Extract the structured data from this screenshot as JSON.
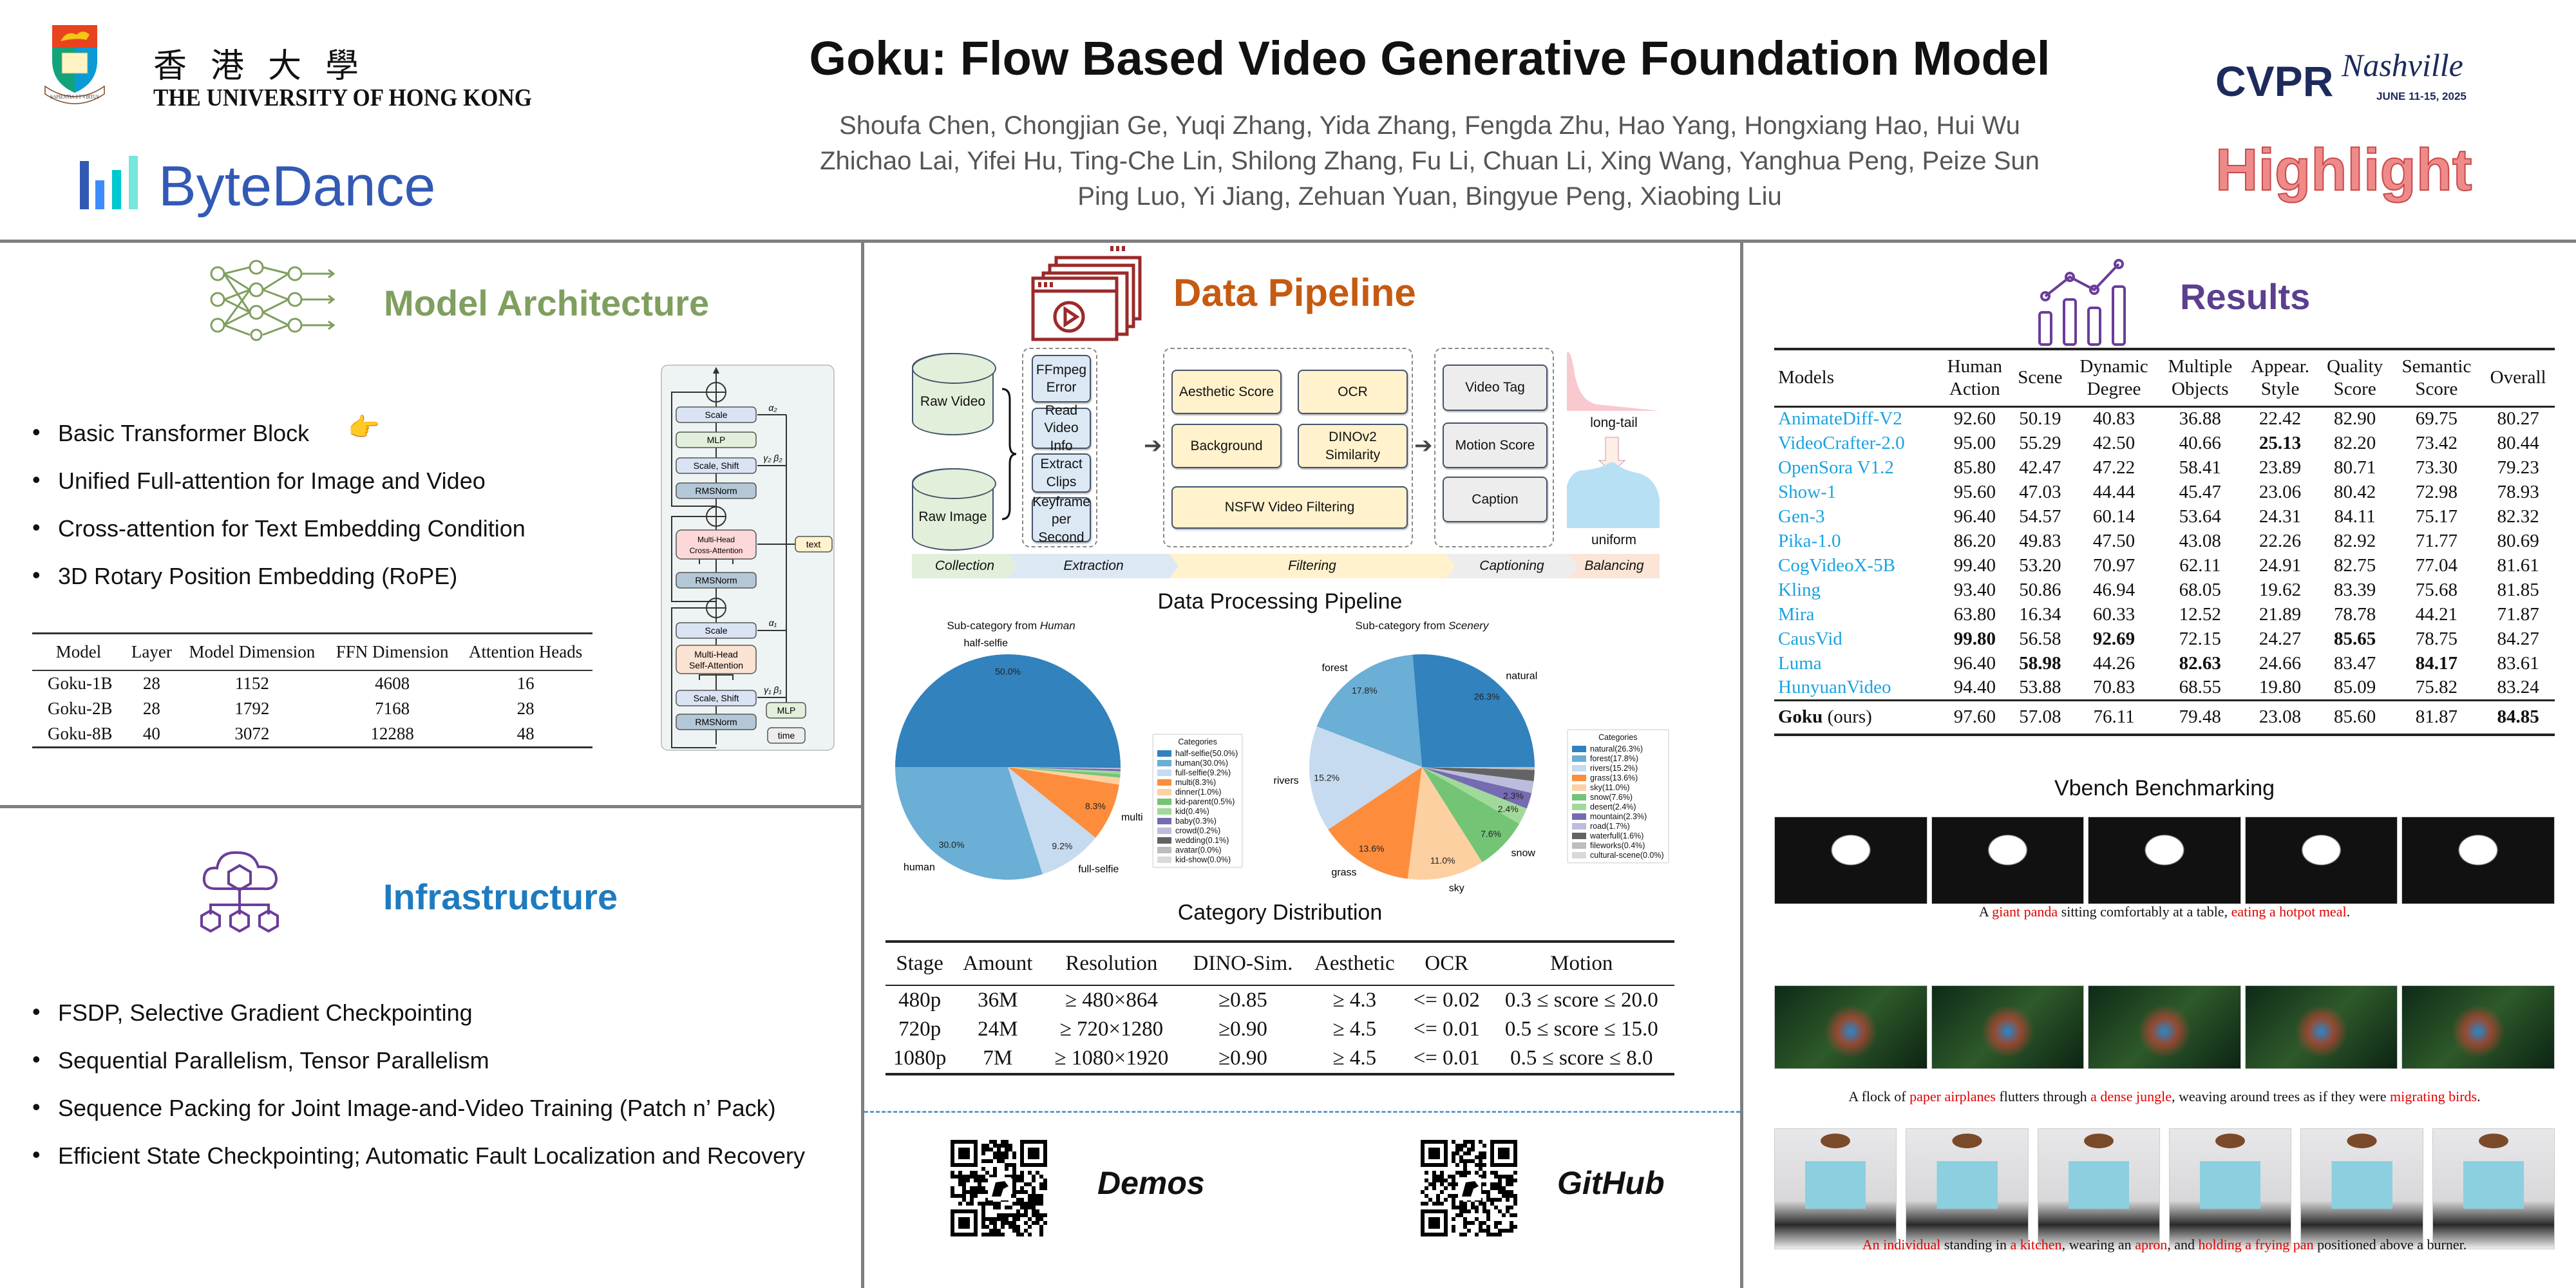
{
  "header": {
    "hku_chinese": "香 港 大 學",
    "hku_name": "THE UNIVERSITY OF HONG KONG",
    "hku_motto": "SAPIENTIA ET VIRTUS",
    "bytedance": "ByteDance",
    "title": "Goku: Flow Based Video Generative Foundation Model",
    "authors": [
      "Shoufa Chen, Chongjian Ge, Yuqi Zhang, Yida Zhang, Fengda Zhu, Hao Yang, Hongxiang Hao, Hui Wu",
      "Zhichao Lai, Yifei Hu, Ting-Che Lin, Shilong Zhang, Fu Li, Chuan Li, Xing Wang, Yanghua Peng, Peize Sun",
      "Ping Luo, Yi Jiang, Zehuan Yuan, Bingyue Peng, Xiaobing Liu"
    ],
    "cvpr": "CVPR",
    "cvpr_city": "Nashville",
    "cvpr_dates": "JUNE 11-15, 2025",
    "highlight": "Highlight"
  },
  "colors": {
    "arch": "#7f9f5f",
    "infra": "#1f7bc0",
    "pipeline": "#c55a11",
    "results": "#5c3f8f",
    "model_link": "#1aa3e0",
    "caption_highlight": "#e00000"
  },
  "architecture": {
    "title": "Model Architecture",
    "bullets": [
      "Basic Transformer Block",
      "Unified Full-attention for Image and Video",
      "Cross-attention for Text Embedding Condition",
      "3D Rotary Position Embedding (RoPE)"
    ],
    "pointer_icon": "👉",
    "table": {
      "headers": [
        "Model",
        "Layer",
        "Model Dimension",
        "FFN Dimension",
        "Attention Heads"
      ],
      "rows": [
        [
          "Goku-1B",
          "28",
          "1152",
          "4608",
          "16"
        ],
        [
          "Goku-2B",
          "28",
          "1792",
          "7168",
          "28"
        ],
        [
          "Goku-8B",
          "40",
          "3072",
          "12288",
          "48"
        ]
      ]
    },
    "diagram": {
      "scale": "Scale",
      "mlp": "MLP",
      "scale_shift": "Scale, Shift",
      "rmsnorm": "RMSNorm",
      "cross_attn": [
        "Multi-Head",
        "Cross-Attention"
      ],
      "self_attn": [
        "Multi-Head",
        "Self-Attention"
      ],
      "text": "text",
      "time": "time",
      "alpha2": "α₂",
      "gb2": "γ₂ β₂",
      "alpha1": "α₁",
      "gb1": "γ₁ β₁"
    }
  },
  "infrastructure": {
    "title": "Infrastructure",
    "bullets": [
      "FSDP, Selective Gradient Checkpointing",
      "Sequential Parallelism, Tensor Parallelism",
      "Sequence Packing for Joint Image-and-Video Training (Patch n’ Pack)",
      "Efficient State Checkpointing; Automatic Fault Localization and Recovery"
    ]
  },
  "pipeline": {
    "title": "Data Pipeline",
    "sources": [
      "Raw Video",
      "Raw Image"
    ],
    "extraction": [
      "FFmpeg Error",
      "Read Video Info",
      "Extract Clips",
      "Keyframe per Second"
    ],
    "filtering": {
      "aesthetic": "Aesthetic Score",
      "ocr": "OCR",
      "background": "Background",
      "dino": "DINOv2 Similarity",
      "nsfw": "NSFW Video Filtering"
    },
    "captioning": [
      "Video Tag",
      "Motion Score",
      "Caption"
    ],
    "balancing": {
      "before": "long-tail",
      "after": "uniform"
    },
    "stages": [
      "Collection",
      "Extraction",
      "Filtering",
      "Captioning",
      "Balancing"
    ],
    "caption": "Data Processing Pipeline",
    "distribution_caption": "Category Distribution",
    "table": {
      "headers": [
        "Stage",
        "Amount",
        "Resolution",
        "DINO-Sim.",
        "Aesthetic",
        "OCR",
        "Motion"
      ],
      "rows": [
        [
          "480p",
          "36M",
          "≥ 480×864",
          "≥0.85",
          "≥ 4.3",
          "<= 0.02",
          "0.3 ≤ score ≤ 20.0"
        ],
        [
          "720p",
          "24M",
          "≥ 720×1280",
          "≥0.90",
          "≥ 4.5",
          "<= 0.01",
          "0.5 ≤ score ≤ 15.0"
        ],
        [
          "1080p",
          "7M",
          "≥ 1080×1920",
          "≥0.90",
          "≥ 4.5",
          "<= 0.01",
          "0.5 ≤ score ≤ 8.0"
        ]
      ]
    },
    "links": {
      "demos": "Demos",
      "github": "GitHub"
    }
  },
  "chart_data": [
    {
      "type": "pie",
      "title_prefix": "Sub-category from ",
      "title_em": "Human",
      "legend_title": "Categories",
      "legend_placement": "right",
      "slices": [
        {
          "name": "half-selfie",
          "value": 50.0,
          "color": "#3182bd",
          "outer_label": true,
          "pct_label": true
        },
        {
          "name": "human",
          "value": 30.0,
          "color": "#6baed6",
          "outer_label": true,
          "pct_label": true
        },
        {
          "name": "full-selfie",
          "value": 9.2,
          "color": "#c6dbef",
          "outer_label": true,
          "pct_label": true
        },
        {
          "name": "multi",
          "value": 8.3,
          "color": "#fd8d3c",
          "outer_label": true,
          "pct_label": true
        },
        {
          "name": "dinner",
          "value": 1.0,
          "color": "#fdd0a2"
        },
        {
          "name": "kid-parent",
          "value": 0.5,
          "color": "#74c476"
        },
        {
          "name": "kid",
          "value": 0.4,
          "color": "#a1d99b"
        },
        {
          "name": "baby",
          "value": 0.3,
          "color": "#756bb1"
        },
        {
          "name": "crowd",
          "value": 0.2,
          "color": "#bcbddc"
        },
        {
          "name": "wedding",
          "value": 0.1,
          "color": "#636363"
        },
        {
          "name": "avatar",
          "value": 0.0,
          "color": "#bdbdbd"
        },
        {
          "name": "kid-show",
          "value": 0.0,
          "color": "#d9d9d9"
        }
      ]
    },
    {
      "type": "pie",
      "title_prefix": "Sub-category from ",
      "title_em": "Scenery",
      "legend_title": "Categories",
      "legend_placement": "right",
      "slices": [
        {
          "name": "natural",
          "value": 26.3,
          "color": "#3182bd",
          "outer_label": true,
          "pct_label": true
        },
        {
          "name": "forest",
          "value": 17.8,
          "color": "#6baed6",
          "outer_label": true,
          "pct_label": true
        },
        {
          "name": "rivers",
          "value": 15.2,
          "color": "#c6dbef",
          "outer_label": true,
          "pct_label": true
        },
        {
          "name": "grass",
          "value": 13.6,
          "color": "#fd8d3c",
          "outer_label": true,
          "pct_label": true
        },
        {
          "name": "sky",
          "value": 11.0,
          "color": "#fdd0a2",
          "outer_label": true,
          "pct_label": true
        },
        {
          "name": "snow",
          "value": 7.6,
          "color": "#74c476",
          "outer_label": true,
          "pct_label": true
        },
        {
          "name": "desert",
          "value": 2.4,
          "color": "#a1d99b",
          "pct_label": true
        },
        {
          "name": "mountain",
          "value": 2.3,
          "color": "#756bb1",
          "pct_label": true
        },
        {
          "name": "road",
          "value": 1.7,
          "color": "#bcbddc"
        },
        {
          "name": "waterfull",
          "value": 1.6,
          "color": "#636363"
        },
        {
          "name": "fileworks",
          "value": 0.4,
          "color": "#bdbdbd"
        },
        {
          "name": "cultural-scene",
          "value": 0.0,
          "color": "#d9d9d9"
        }
      ]
    }
  ],
  "results": {
    "title": "Results",
    "headers": [
      [
        "Models"
      ],
      [
        "Human",
        "Action"
      ],
      [
        "Scene"
      ],
      [
        "Dynamic",
        "Degree"
      ],
      [
        "Multiple",
        "Objects"
      ],
      [
        "Appear.",
        "Style"
      ],
      [
        "Quality",
        "Score"
      ],
      [
        "Semantic",
        "Score"
      ],
      [
        "Overall"
      ]
    ],
    "rows": [
      {
        "model": "AnimateDiff-V2",
        "values": [
          "92.60",
          "50.19",
          "40.83",
          "36.88",
          "22.42",
          "82.90",
          "69.75",
          "80.27"
        ],
        "bold": []
      },
      {
        "model": "VideoCrafter-2.0",
        "values": [
          "95.00",
          "55.29",
          "42.50",
          "40.66",
          "25.13",
          "82.20",
          "73.42",
          "80.44"
        ],
        "bold": [
          4
        ]
      },
      {
        "model": "OpenSora V1.2",
        "values": [
          "85.80",
          "42.47",
          "47.22",
          "58.41",
          "23.89",
          "80.71",
          "73.30",
          "79.23"
        ],
        "bold": []
      },
      {
        "model": "Show-1",
        "values": [
          "95.60",
          "47.03",
          "44.44",
          "45.47",
          "23.06",
          "80.42",
          "72.98",
          "78.93"
        ],
        "bold": []
      },
      {
        "model": "Gen-3",
        "values": [
          "96.40",
          "54.57",
          "60.14",
          "53.64",
          "24.31",
          "84.11",
          "75.17",
          "82.32"
        ],
        "bold": []
      },
      {
        "model": "Pika-1.0",
        "values": [
          "86.20",
          "49.83",
          "47.50",
          "43.08",
          "22.26",
          "82.92",
          "71.77",
          "80.69"
        ],
        "bold": []
      },
      {
        "model": "CogVideoX-5B",
        "values": [
          "99.40",
          "53.20",
          "70.97",
          "62.11",
          "24.91",
          "82.75",
          "77.04",
          "81.61"
        ],
        "bold": []
      },
      {
        "model": "Kling",
        "values": [
          "93.40",
          "50.86",
          "46.94",
          "68.05",
          "19.62",
          "83.39",
          "75.68",
          "81.85"
        ],
        "bold": []
      },
      {
        "model": "Mira",
        "values": [
          "63.80",
          "16.34",
          "60.33",
          "12.52",
          "21.89",
          "78.78",
          "44.21",
          "71.87"
        ],
        "bold": []
      },
      {
        "model": "CausVid",
        "values": [
          "99.80",
          "56.58",
          "92.69",
          "72.15",
          "24.27",
          "85.65",
          "78.75",
          "84.27"
        ],
        "bold": [
          0,
          2,
          5
        ]
      },
      {
        "model": "Luma",
        "values": [
          "96.40",
          "58.98",
          "44.26",
          "82.63",
          "24.66",
          "83.47",
          "84.17",
          "83.61"
        ],
        "bold": [
          1,
          3,
          6
        ]
      },
      {
        "model": "HunyuanVideo",
        "values": [
          "94.40",
          "53.88",
          "70.83",
          "68.55",
          "19.80",
          "85.09",
          "75.82",
          "83.24"
        ],
        "bold": []
      }
    ],
    "ours": {
      "model": "Goku",
      "suffix": " (ours)",
      "values": [
        "97.60",
        "57.08",
        "76.11",
        "79.48",
        "23.08",
        "85.60",
        "81.87",
        "84.85"
      ],
      "bold": [
        7
      ]
    },
    "benchmark_caption": "Vbench Benchmarking",
    "samples": [
      {
        "frames": 5,
        "style": "panda",
        "caption": [
          {
            "t": "A "
          },
          {
            "t": "giant panda",
            "hl": true
          },
          {
            "t": " sitting comfortably at a table, "
          },
          {
            "t": "eating a hotpot meal",
            "hl": true
          },
          {
            "t": "."
          }
        ]
      },
      {
        "frames": 5,
        "style": "jungle",
        "caption": [
          {
            "t": "A flock of "
          },
          {
            "t": "paper airplanes",
            "hl": true
          },
          {
            "t": " flutters through "
          },
          {
            "t": "a dense jungle",
            "hl": true
          },
          {
            "t": ", weaving around trees as if they were "
          },
          {
            "t": "migrating birds",
            "hl": true
          },
          {
            "t": "."
          }
        ]
      },
      {
        "frames": 6,
        "style": "cook",
        "caption": [
          {
            "t": "An individual",
            "hl": true
          },
          {
            "t": " standing in "
          },
          {
            "t": "a kitchen",
            "hl": true
          },
          {
            "t": ", wearing an "
          },
          {
            "t": "apron",
            "hl": true
          },
          {
            "t": ", and "
          },
          {
            "t": "holding a frying pan",
            "hl": true
          },
          {
            "t": " positioned above a burner."
          }
        ]
      }
    ]
  }
}
